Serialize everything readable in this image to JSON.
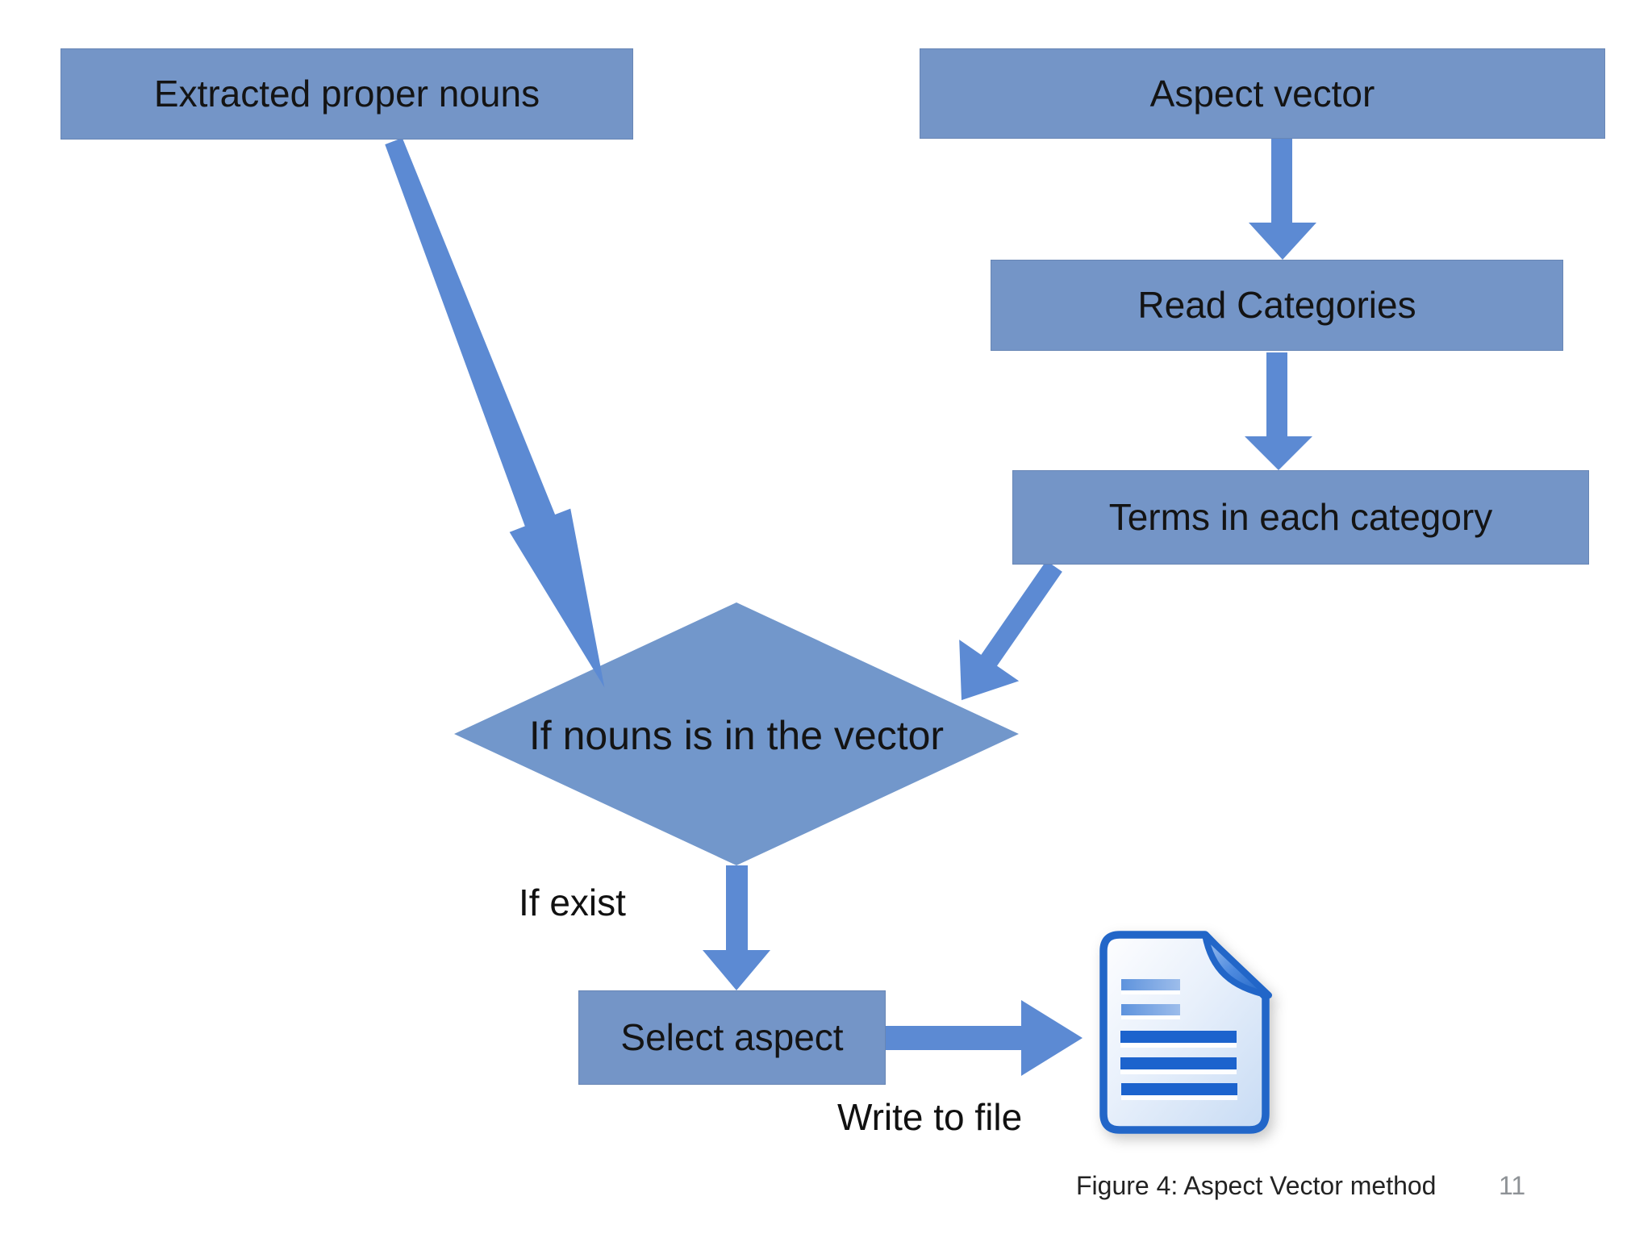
{
  "diagram": {
    "nodes": {
      "extracted": {
        "label": "Extracted proper nouns"
      },
      "aspect": {
        "label": "Aspect vector"
      },
      "read": {
        "label": "Read Categories"
      },
      "terms": {
        "label": "Terms in each category"
      },
      "decision": {
        "label": "If nouns is in the vector"
      },
      "select": {
        "label": "Select aspect"
      }
    },
    "edges": [
      {
        "from": "Extracted proper nouns",
        "to": "If nouns is in the vector",
        "label": ""
      },
      {
        "from": "Aspect vector",
        "to": "Read Categories",
        "label": ""
      },
      {
        "from": "Read Categories",
        "to": "Terms in each category",
        "label": ""
      },
      {
        "from": "Terms in each category",
        "to": "If nouns is in the vector",
        "label": ""
      },
      {
        "from": "If nouns is in the vector",
        "to": "Select aspect",
        "label": "If exist"
      },
      {
        "from": "Select aspect",
        "to": "document-icon",
        "label": "Write to file"
      }
    ],
    "icons": {
      "output_file": "document-icon"
    },
    "colors": {
      "node_fill": "#7495C7",
      "diamond_fill": "#7297CB",
      "arrow": "#5C8AD3",
      "text": "#141414",
      "doc_border": "#2066C8",
      "doc_bar": "#1B64CD",
      "page_number": "#8E9296"
    }
  },
  "footer": {
    "caption": "Figure 4: Aspect Vector method",
    "page_number": "11"
  }
}
